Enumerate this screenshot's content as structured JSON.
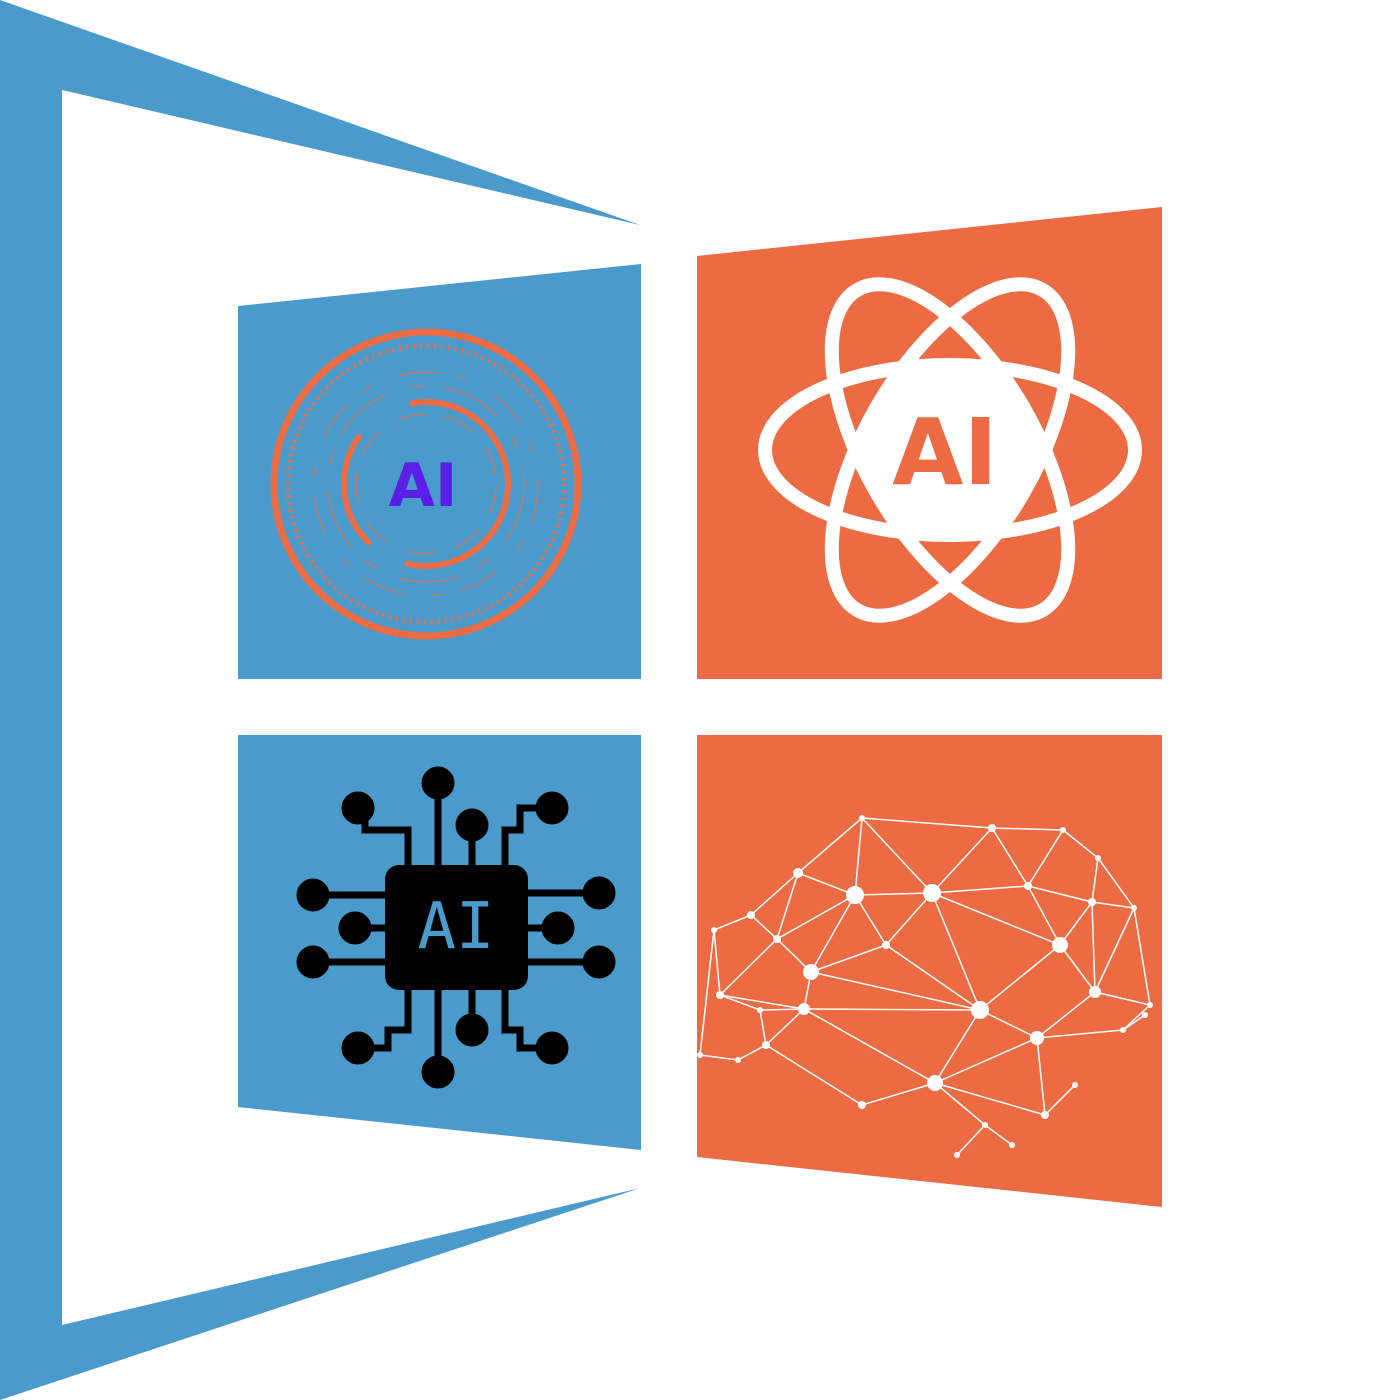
{
  "colors": {
    "blue": "#4a9bcb",
    "orange": "#ec6b42",
    "purple": "#5a1fe6",
    "white": "#ffffff",
    "black": "#000000",
    "chip_text": "#4a9bcb"
  },
  "panels": [
    {
      "id": "top-left",
      "icon": "ai-concentric-rings-icon",
      "label": "AI"
    },
    {
      "id": "top-right",
      "icon": "ai-atom-icon",
      "label": "AI"
    },
    {
      "id": "bottom-left",
      "icon": "ai-chip-circuit-icon",
      "label": "AI"
    },
    {
      "id": "bottom-right",
      "icon": "neural-network-brain-icon",
      "label": ""
    }
  ]
}
